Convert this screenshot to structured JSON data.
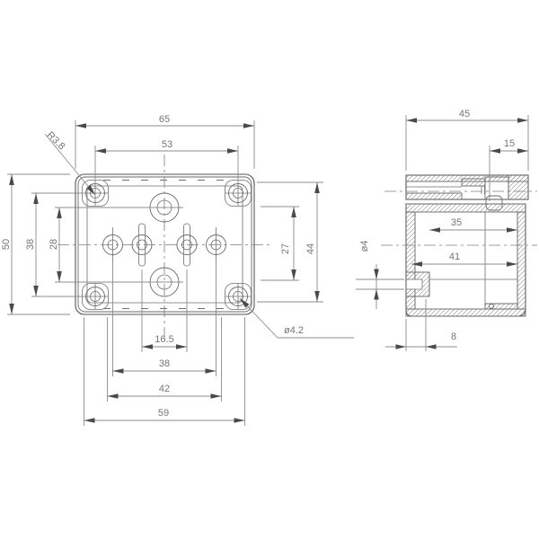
{
  "drawing_title": "enclosure-two-view-technical-drawing",
  "front_view": {
    "dims": {
      "overall_width": "65",
      "mount_hole_spacing_x": "53",
      "corner_radius": "R3.8",
      "overall_height": "50",
      "mount_hole_spacing_y": "38",
      "center_hole_spacing": "28",
      "inner_height": "27",
      "boss_extent_height": "44",
      "slot_hole_spacing": "16.5",
      "mid_hole_spacing": "38",
      "base_width_inner": "42",
      "base_width_outer": "59",
      "mount_hole_diameter": "ø4.2"
    }
  },
  "side_view": {
    "dims": {
      "overall_depth": "45",
      "lid_depth": "15",
      "inner_depth_step": "35",
      "inner_depth_full": "41",
      "entry_hole_diameter": "ø4",
      "boss_depth": "8"
    }
  },
  "colors": {
    "background": "#ffffff",
    "part_line": "#555555",
    "dimension_line": "#8c8c8c",
    "text": "#757575"
  }
}
